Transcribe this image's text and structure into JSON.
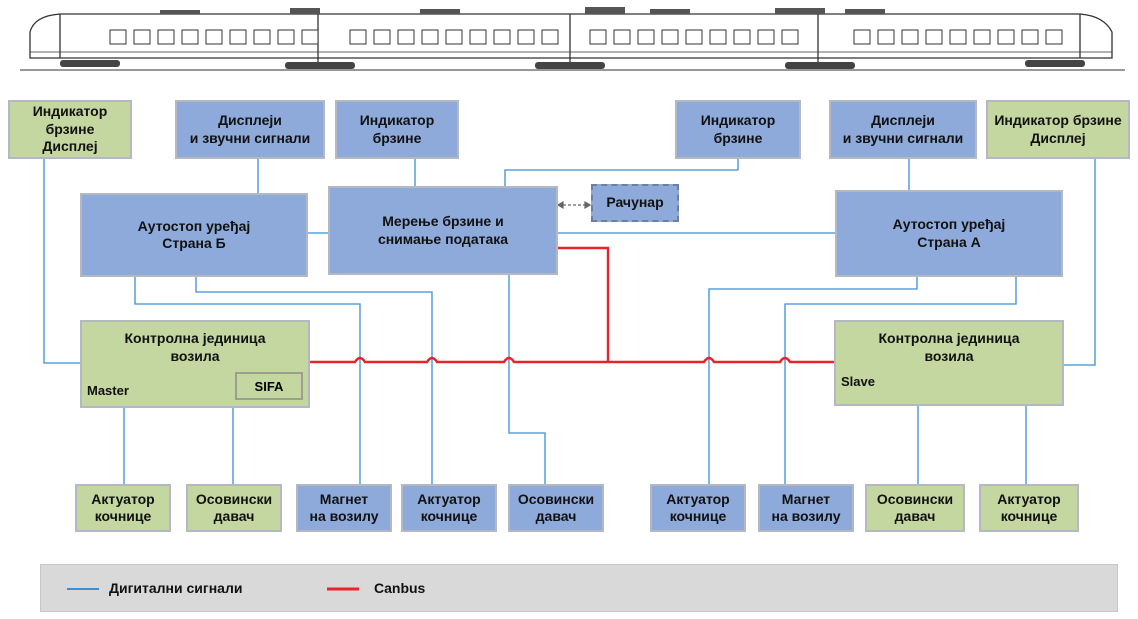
{
  "colors": {
    "digital": "#3a8fd6",
    "canbus": "#e8232a",
    "box_blue": "#8eaadb",
    "box_green": "#c5d7a0"
  },
  "top_left": {
    "speed_display_left": "Индикатор брзине\nДисплеј",
    "displays_left": "Дисплеји\nи звучни сигнали",
    "speed_indicator_left": "Индикатор\nбрзине"
  },
  "top_right": {
    "speed_indicator_right": "Индикатор\nбрзине",
    "displays_right": "Дисплеји\nи звучни сигнали",
    "speed_display_right": "Индикатор брзине\nДисплеј"
  },
  "middle": {
    "autostop_b": "Аутостоп уређај\nСтрана Б",
    "measuring": "Мерење брзине и\nснимање података",
    "computer": "Рачунар",
    "autostop_a": "Аутостоп уређај\nСтрана А"
  },
  "control": {
    "left_title": "Контролна јединица\nвозила",
    "left_role": "Master",
    "sifa": "SIFA",
    "right_title": "Контролна јединица\nвозила",
    "right_role": "Slave"
  },
  "bottom": {
    "brake_actuator_1": "Актуатор\nкочнице",
    "axle_sensor_1": "Осовински\nдавач",
    "magnet_1": "Магнет\nна возилу",
    "brake_actuator_2": "Актуатор\nкочнице",
    "axle_sensor_2": "Осовински\nдавач",
    "brake_actuator_3": "Актуатор\nкочнице",
    "magnet_2": "Магнет\nна возилу",
    "axle_sensor_3": "Осовински\nдавач",
    "brake_actuator_4": "Актуатор\nкочнице"
  },
  "legend": {
    "digital_label": "Дигитални сигнали",
    "canbus_label": "Canbus"
  }
}
